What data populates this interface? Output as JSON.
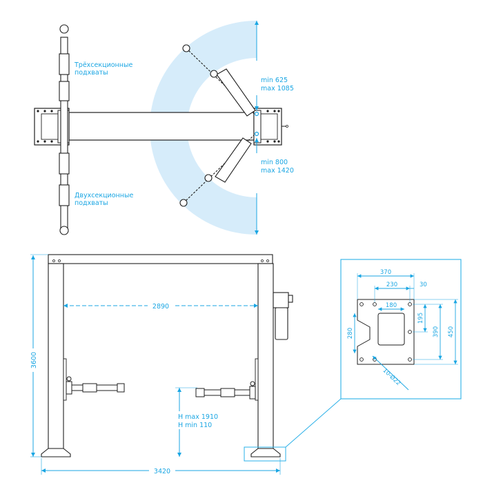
{
  "colors": {
    "line": "#1e1e1e",
    "dimension": "#1aa6e3",
    "sweep": "#d6ecfa",
    "inset_frame": "#2ab0e8"
  },
  "top_view": {
    "three_section_label": [
      "Трёхсекционные",
      "подхваты"
    ],
    "two_section_label": [
      "Двухсекционные",
      "подхваты"
    ],
    "upper_range": [
      "min 625",
      "max 1085"
    ],
    "lower_range": [
      "min 800",
      "max 1420"
    ]
  },
  "front_view": {
    "total_height": "3600",
    "clear_width": "2890",
    "total_width": "3420",
    "lift_height": [
      "H max 1910",
      "H min 110"
    ]
  },
  "base_plate": {
    "width_370": "370",
    "width_230": "230",
    "offset_30": "30",
    "width_180": "180",
    "height_280": "280",
    "height_195": "195",
    "height_390": "390",
    "height_450": "450",
    "holes": "10-Ø22"
  }
}
